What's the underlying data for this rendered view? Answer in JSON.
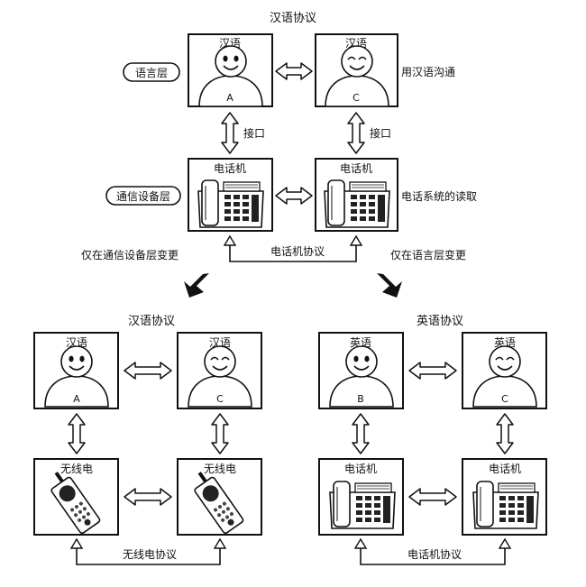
{
  "top": {
    "protocol_label": "汉语协议",
    "layer_language": "语言层",
    "layer_device": "通信设备层",
    "box_a": {
      "title": "汉语",
      "person": "A"
    },
    "box_c": {
      "title": "汉语",
      "person": "C"
    },
    "phone_left_title": "电话机",
    "phone_right_title": "电话机",
    "interface_left": "接口",
    "interface_right": "接口",
    "lang_desc": "用汉语沟通",
    "device_desc": "电话系统的读取",
    "phone_protocol": "电话机协议",
    "change_left": "仅在通信设备层变更",
    "change_right": "仅在语言层变更"
  },
  "bottom_left": {
    "protocol_label": "汉语协议",
    "box_a": {
      "title": "汉语",
      "person": "A"
    },
    "box_c": {
      "title": "汉语",
      "person": "C"
    },
    "radio_left_title": "无线电",
    "radio_right_title": "无线电",
    "device_protocol": "无线电协议"
  },
  "bottom_right": {
    "protocol_label": "英语协议",
    "box_b": {
      "title": "英语",
      "person": "B"
    },
    "box_c": {
      "title": "英语",
      "person": "C"
    },
    "phone_left_title": "电话机",
    "phone_right_title": "电话机",
    "device_protocol": "电话机协议"
  }
}
